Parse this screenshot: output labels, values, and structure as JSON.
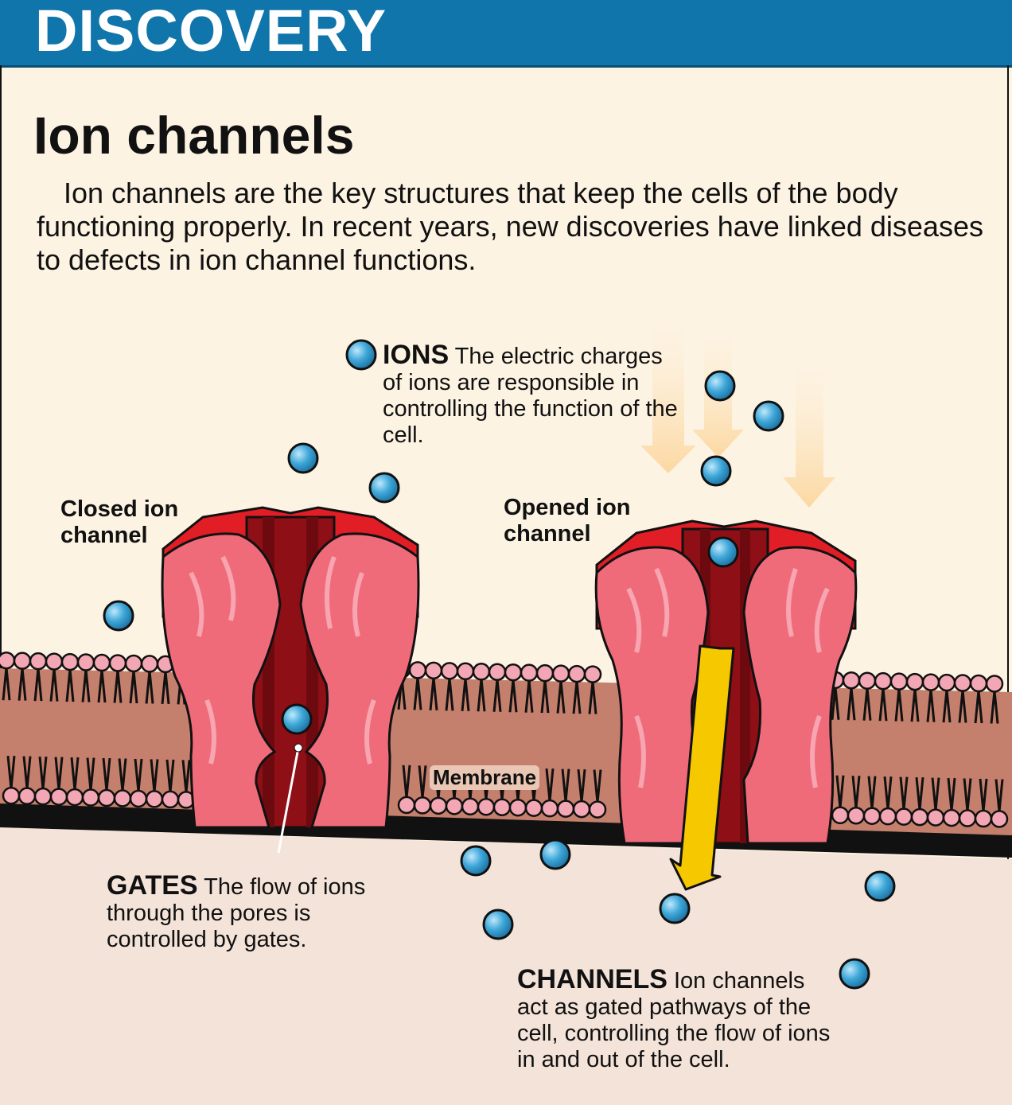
{
  "banner": {
    "title": "DISCOVERY"
  },
  "title": "Ion channels",
  "intro": "Ion channels are the key structures that keep the cells of the body functioning properly. In recent years, new discoveries have linked diseases to defects in ion channel functions.",
  "labels": {
    "ions_heading": "IONS",
    "ions_text": "The electric charges of ions are responsible in controlling the function of the cell.",
    "closed_channel": "Closed ion channel",
    "opened_channel": "Opened ion channel",
    "membrane": "Membrane",
    "gates_heading": "GATES",
    "gates_text": "The flow of ions through the pores is controlled by gates.",
    "channels_heading": "CHANNELS",
    "channels_text": "Ion channels act as gated pathways of the cell, controlling the flow of ions in and out of the cell."
  },
  "colors": {
    "banner": "#0f75aa",
    "background": "#fdf3e3",
    "protein": "#f06b7a",
    "protein_dark": "#8e0f15",
    "ion": "#3ea7d8",
    "arrow": "#f5c800",
    "lipid_head": "#f3a7b4",
    "lipid_tail_region": "#c4806d"
  }
}
